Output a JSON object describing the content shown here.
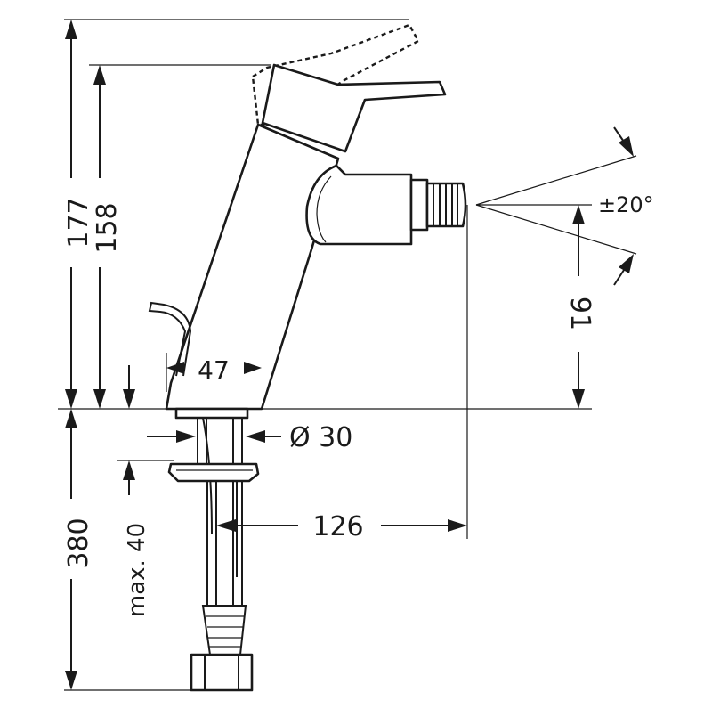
{
  "dimensions": {
    "total_height": "177",
    "body_height": "158",
    "below_deck": "380",
    "max_thickness": "max. 40",
    "base_width": "47",
    "hole_diameter": "Ø 30",
    "reach": "126",
    "spout_height": "91",
    "swivel_angle": "±20°"
  },
  "colors": {
    "line": "#1a1a1a",
    "background": "#ffffff"
  }
}
